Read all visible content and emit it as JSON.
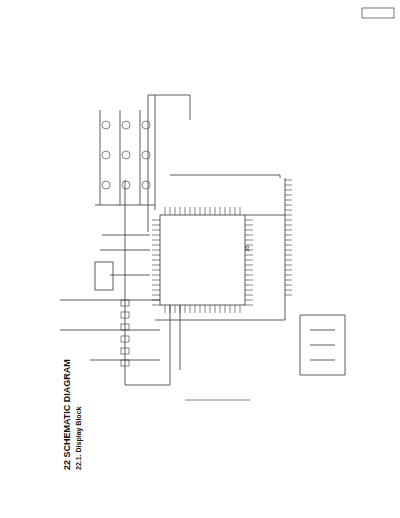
{
  "diagram": {
    "title": "22 SCHEMATIC DIAGRAM",
    "labels": [
      "22.1. Display Block",
      "35"
    ]
  }
}
